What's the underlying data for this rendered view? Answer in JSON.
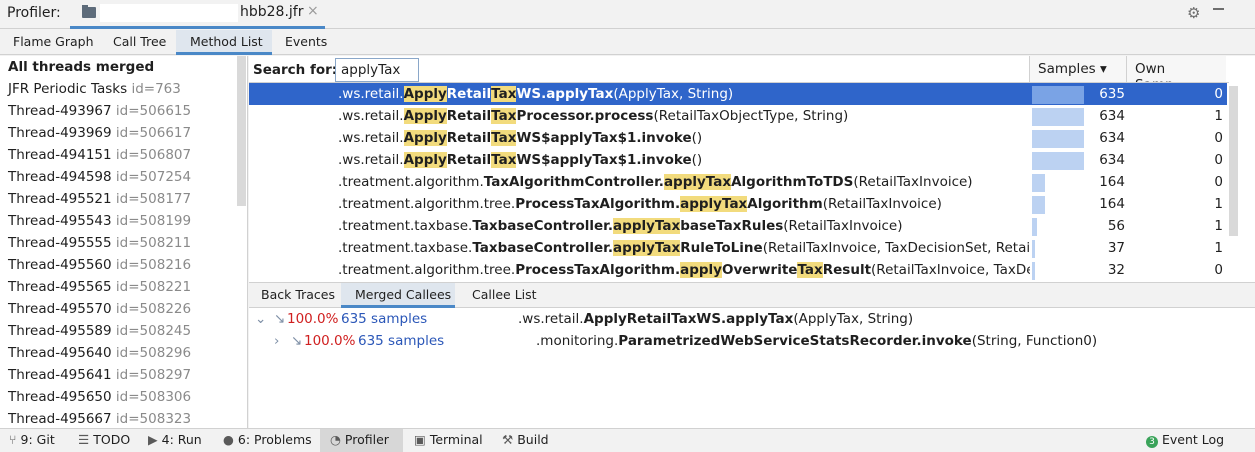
{
  "titlebar": {
    "title": "Profiler:",
    "file_name": "hbb28.jfr",
    "close_glyph": "×"
  },
  "view_tabs": [
    "Flame Graph",
    "Call Tree",
    "Method List",
    "Events"
  ],
  "threads": {
    "header": "All threads merged",
    "items": [
      {
        "name": "JFR Periodic Tasks",
        "id": "id=763"
      },
      {
        "name": "Thread-493967",
        "id": "id=506615"
      },
      {
        "name": "Thread-493969",
        "id": "id=506617"
      },
      {
        "name": "Thread-494151",
        "id": "id=506807"
      },
      {
        "name": "Thread-494598",
        "id": "id=507254"
      },
      {
        "name": "Thread-495521",
        "id": "id=508177"
      },
      {
        "name": "Thread-495543",
        "id": "id=508199"
      },
      {
        "name": "Thread-495555",
        "id": "id=508211"
      },
      {
        "name": "Thread-495560",
        "id": "id=508216"
      },
      {
        "name": "Thread-495565",
        "id": "id=508221"
      },
      {
        "name": "Thread-495570",
        "id": "id=508226"
      },
      {
        "name": "Thread-495589",
        "id": "id=508245"
      },
      {
        "name": "Thread-495640",
        "id": "id=508296"
      },
      {
        "name": "Thread-495641",
        "id": "id=508297"
      },
      {
        "name": "Thread-495650",
        "id": "id=508306"
      },
      {
        "name": "Thread-495667",
        "id": "id=508323"
      }
    ]
  },
  "search": {
    "label": "Search for:",
    "value": "applyTax"
  },
  "columns": {
    "samples": "Samples ▾",
    "own": "Own Samp..."
  },
  "methods": [
    {
      "parts": [
        [
          ".ws.retail.",
          ""
        ],
        [
          "Apply",
          "hb"
        ],
        [
          "Retail",
          "b"
        ],
        [
          "Tax",
          "hb"
        ],
        [
          "WS.applyTax",
          "b"
        ],
        [
          "(ApplyTax, String)",
          ""
        ]
      ],
      "samples": "635",
      "own": "0",
      "fraction": 1.0
    },
    {
      "parts": [
        [
          ".ws.retail.",
          ""
        ],
        [
          "Apply",
          "hb"
        ],
        [
          "Retail",
          "b"
        ],
        [
          "Tax",
          "hb"
        ],
        [
          "Processor.process",
          "b"
        ],
        [
          "(RetailTaxObjectType, String)",
          ""
        ]
      ],
      "samples": "634",
      "own": "1",
      "fraction": 0.998
    },
    {
      "parts": [
        [
          ".ws.retail.",
          ""
        ],
        [
          "Apply",
          "hb"
        ],
        [
          "Retail",
          "b"
        ],
        [
          "Tax",
          "hb"
        ],
        [
          "WS$applyTax$1.invoke",
          "b"
        ],
        [
          "()",
          ""
        ]
      ],
      "samples": "634",
      "own": "0",
      "fraction": 0.998
    },
    {
      "parts": [
        [
          ".ws.retail.",
          ""
        ],
        [
          "Apply",
          "hb"
        ],
        [
          "Retail",
          "b"
        ],
        [
          "Tax",
          "hb"
        ],
        [
          "WS$applyTax$1.invoke",
          "b"
        ],
        [
          "()",
          ""
        ]
      ],
      "samples": "634",
      "own": "0",
      "fraction": 0.998
    },
    {
      "parts": [
        [
          ".treatment.algorithm.",
          ""
        ],
        [
          "TaxAlgorithmController.",
          "b"
        ],
        [
          "applyTax",
          "hb"
        ],
        [
          "AlgorithmToTDS",
          "b"
        ],
        [
          "(RetailTaxInvoice)",
          ""
        ]
      ],
      "samples": "164",
      "own": "0",
      "fraction": 0.258
    },
    {
      "parts": [
        [
          ".treatment.algorithm.tree.",
          ""
        ],
        [
          "ProcessTaxAlgorithm.",
          "b"
        ],
        [
          "applyTax",
          "hb"
        ],
        [
          "Algorithm",
          "b"
        ],
        [
          "(RetailTaxInvoice)",
          ""
        ]
      ],
      "samples": "164",
      "own": "1",
      "fraction": 0.258
    },
    {
      "parts": [
        [
          ".treatment.taxbase.",
          ""
        ],
        [
          "TaxbaseController.",
          "b"
        ],
        [
          "applyTax",
          "hb"
        ],
        [
          "baseTaxRules",
          "b"
        ],
        [
          "(RetailTaxInvoice)",
          ""
        ]
      ],
      "samples": "56",
      "own": "1",
      "fraction": 0.088
    },
    {
      "parts": [
        [
          ".treatment.taxbase.",
          ""
        ],
        [
          "TaxbaseController.",
          "b"
        ],
        [
          "applyTax",
          "hb"
        ],
        [
          "RuleToLine",
          "b"
        ],
        [
          "(RetailTaxInvoice, TaxDecisionSet, Retai",
          ""
        ]
      ],
      "samples": "37",
      "own": "1",
      "fraction": 0.058
    },
    {
      "parts": [
        [
          ".treatment.algorithm.tree.",
          ""
        ],
        [
          "ProcessTaxAlgorithm.",
          "b"
        ],
        [
          "apply",
          "hb"
        ],
        [
          "Overwrite",
          "b"
        ],
        [
          "Tax",
          "hb"
        ],
        [
          "Result",
          "b"
        ],
        [
          "(RetailTaxInvoice, TaxDe",
          ""
        ]
      ],
      "samples": "32",
      "own": "0",
      "fraction": 0.05
    }
  ],
  "lower_tabs": [
    "Back Traces",
    "Merged Callees",
    "Callee List"
  ],
  "callees": [
    {
      "toggle": "⌄",
      "pct": "100.0%",
      "samples": "635 samples",
      "prefix": ".ws.retail.",
      "method": "ApplyRetailTaxWS.applyTax",
      "args": "(ApplyTax, String)"
    },
    {
      "toggle": "›",
      "pct": "100.0%",
      "samples": "635 samples",
      "prefix": ".monitoring.",
      "method": "ParametrizedWebServiceStatsRecorder.invoke",
      "args": "(String, Function0)"
    }
  ],
  "statusbar": {
    "git": "9: Git",
    "todo": "TODO",
    "run": "4: Run",
    "problems": "6: Problems",
    "profiler": "Profiler",
    "terminal": "Terminal",
    "build": "Build",
    "eventlog": "Event Log",
    "eventlog_badge": "3"
  }
}
